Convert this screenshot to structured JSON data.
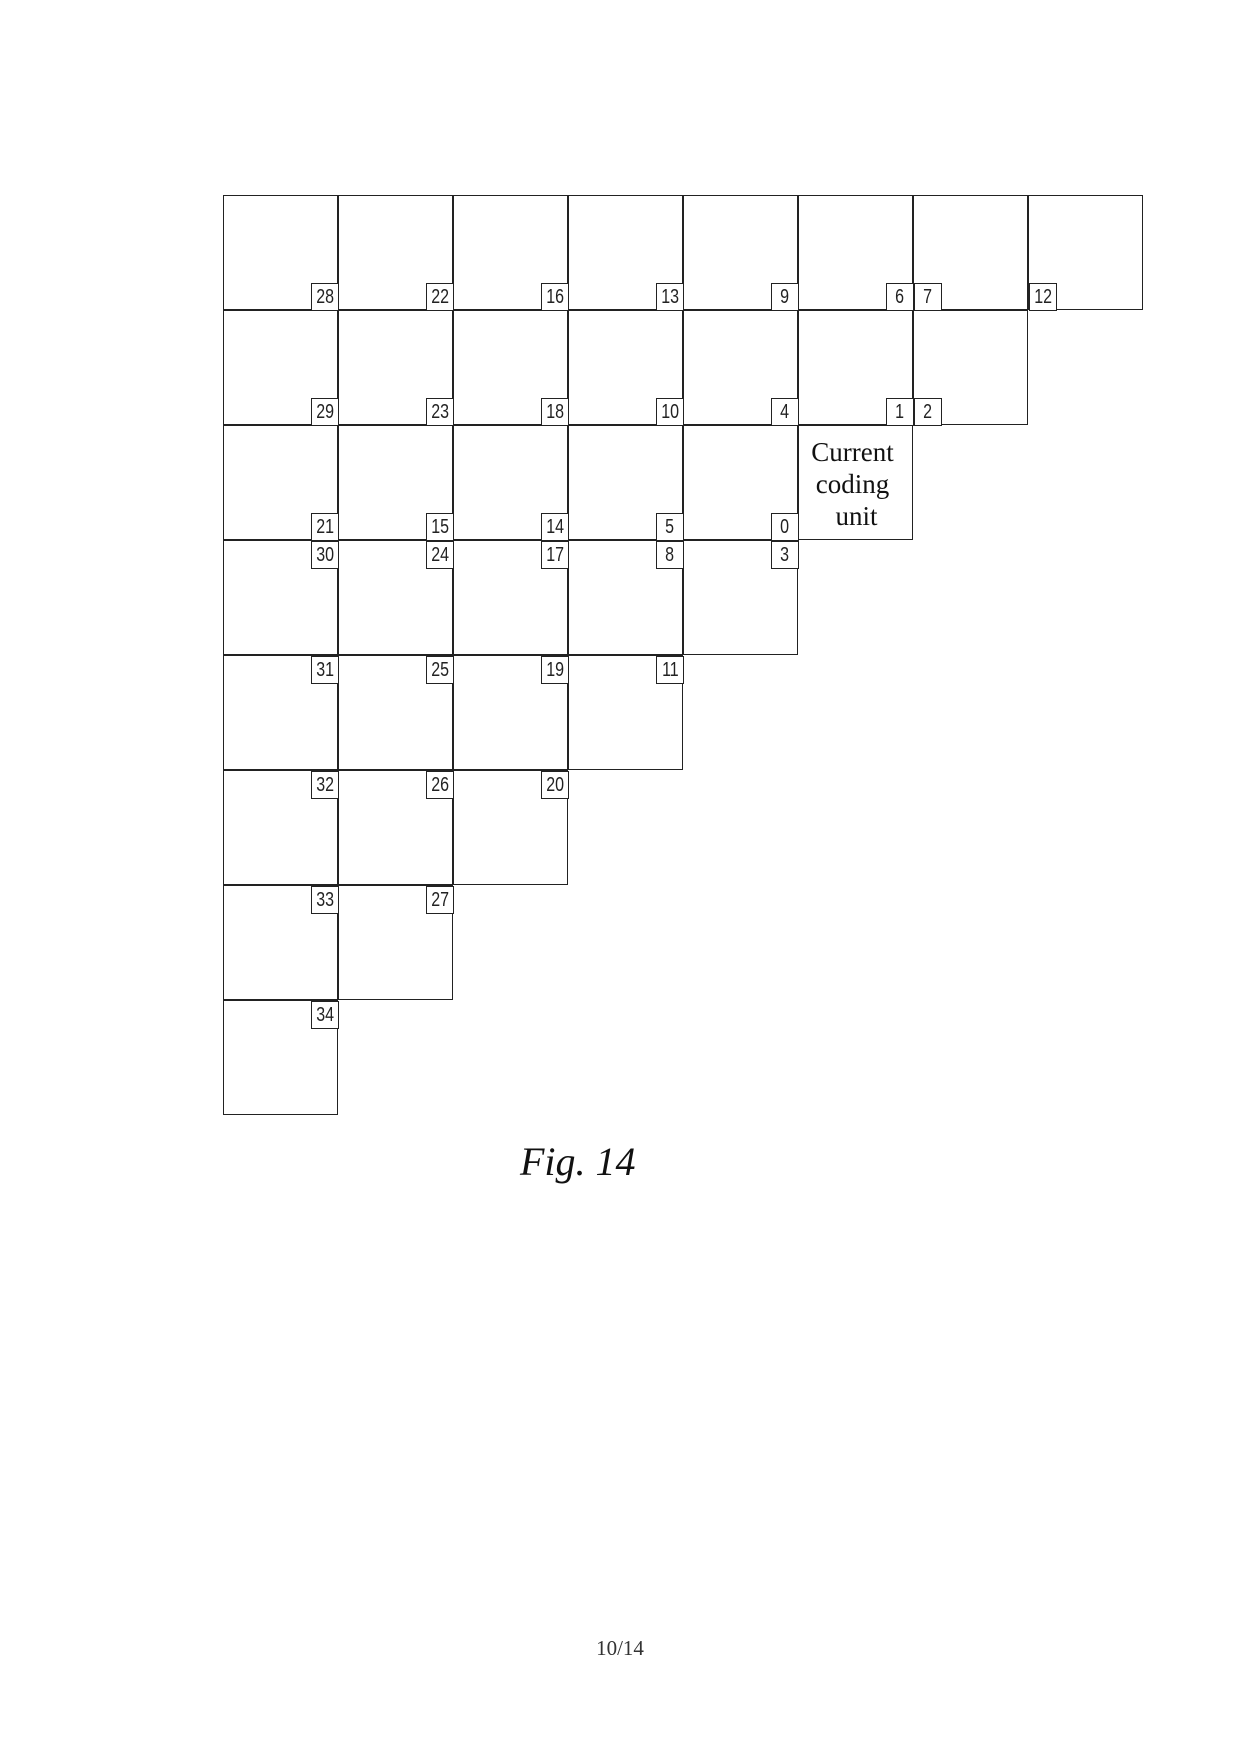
{
  "grid": {
    "rows": [
      {
        "labels": [
          "28",
          "22",
          "16",
          "13",
          "9",
          "6"
        ]
      },
      {
        "labels": [
          "29",
          "23",
          "18",
          "10",
          "4",
          "1"
        ]
      },
      {
        "labels": [
          "21",
          "15",
          "14",
          "5",
          "0"
        ]
      },
      {
        "labels": [
          "30",
          "24",
          "17",
          "8",
          "3"
        ]
      },
      {
        "labels": [
          "31",
          "25",
          "19",
          "11"
        ]
      },
      {
        "labels": [
          "32",
          "26",
          "20"
        ]
      },
      {
        "labels": [
          "33",
          "27"
        ]
      },
      {
        "labels": [
          "34"
        ]
      }
    ],
    "edge_labels": {
      "row0": [
        "7",
        "12"
      ],
      "row1": [
        "2"
      ]
    }
  },
  "current_coding_unit": {
    "line1": "Current",
    "line2": "coding",
    "line3": "unit"
  },
  "caption": "Fig. 14",
  "page_number": "10/14"
}
